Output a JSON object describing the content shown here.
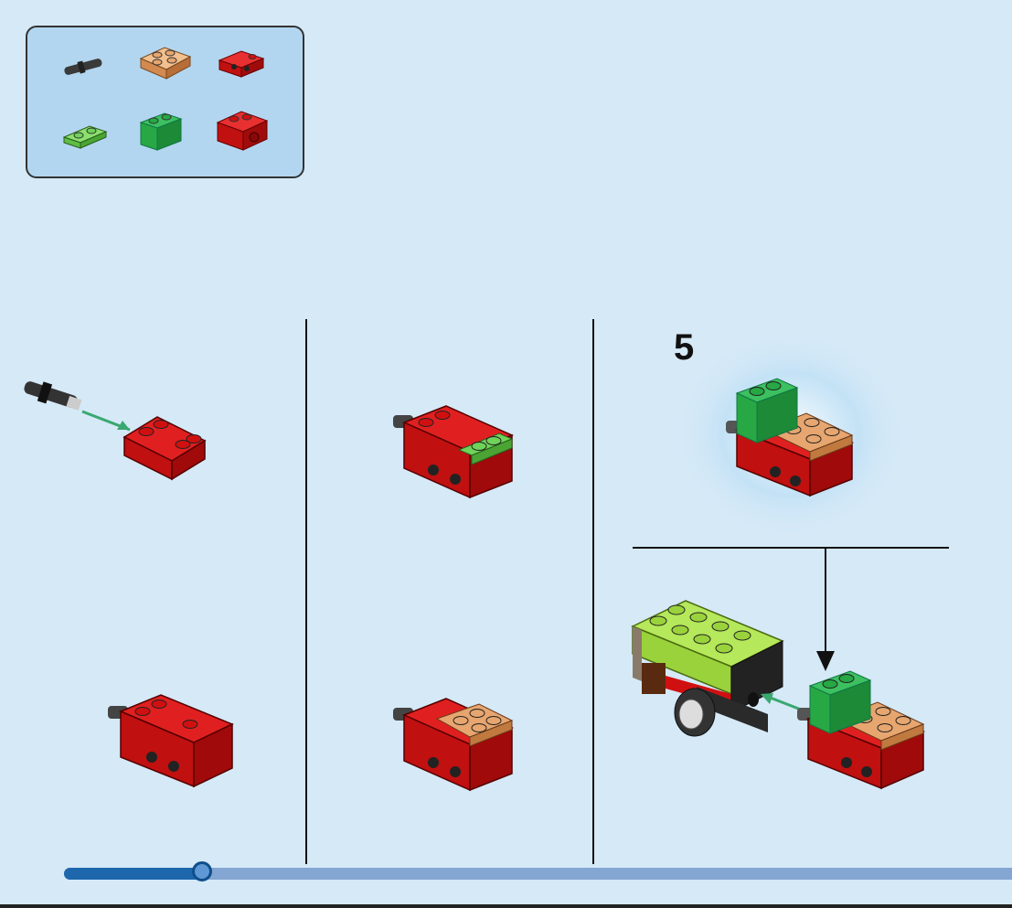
{
  "page": {
    "step_number": "5",
    "progress_fraction": 0.146
  },
  "parts_list": [
    {
      "name": "black-friction-pin",
      "color": "#3a3a3a"
    },
    {
      "name": "tan-plate-2x2",
      "color": "#e7a66f"
    },
    {
      "name": "red-bracket-1x2",
      "color": "#d01010"
    },
    {
      "name": "lime-plate-1x2",
      "color": "#6fd35a"
    },
    {
      "name": "green-brick-1x2",
      "color": "#27a844"
    },
    {
      "name": "red-brick-2x2-pin-hole",
      "color": "#d01010"
    }
  ],
  "colors": {
    "background": "#d5e9f7",
    "parts_box": "#b3d6f0",
    "red": "#d01010",
    "green": "#27a844",
    "lime": "#a6e34a",
    "tan": "#e7a66f",
    "arrow_green": "#3aa870",
    "progress_fill": "#1e67ad",
    "progress_track": "#84a6d2"
  }
}
